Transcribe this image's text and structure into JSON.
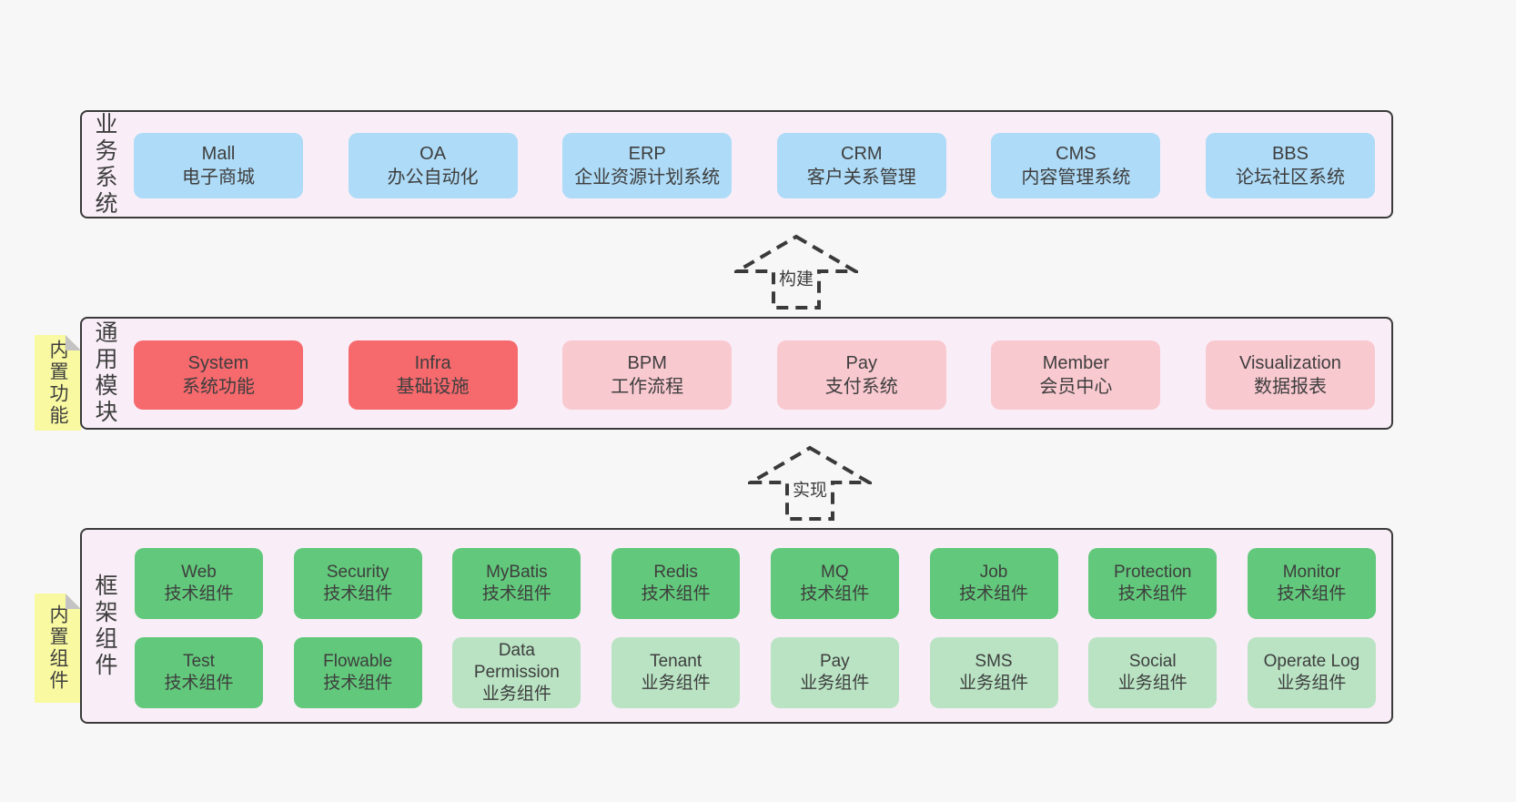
{
  "colors": {
    "page_bg": "#f7f7f7",
    "band_bg": "#f9eef7",
    "band_border": "#3a3a3a",
    "blue_box": "#aedbf7",
    "red_box": "#f6696d",
    "pink_box": "#f9c9d0",
    "green_box": "#62c87b",
    "green_light_box": "#b9e3c3",
    "sticky_note": "#f9f9a1",
    "text": "#3e3e3e"
  },
  "band1": {
    "label": "业务系统",
    "boxes": [
      {
        "title": "Mall",
        "subtitle": "电子商城"
      },
      {
        "title": "OA",
        "subtitle": "办公自动化"
      },
      {
        "title": "ERP",
        "subtitle": "企业资源计划系统"
      },
      {
        "title": "CRM",
        "subtitle": "客户关系管理"
      },
      {
        "title": "CMS",
        "subtitle": "内容管理系统"
      },
      {
        "title": "BBS",
        "subtitle": "论坛社区系统"
      }
    ]
  },
  "arrows": {
    "build": {
      "label": "构建"
    },
    "implement": {
      "label": "实现"
    }
  },
  "band2": {
    "label": "通用模块",
    "note": "内置功能",
    "boxes": [
      {
        "title": "System",
        "subtitle": "系统功能"
      },
      {
        "title": "Infra",
        "subtitle": "基础设施"
      },
      {
        "title": "BPM",
        "subtitle": "工作流程"
      },
      {
        "title": "Pay",
        "subtitle": "支付系统"
      },
      {
        "title": "Member",
        "subtitle": "会员中心"
      },
      {
        "title": "Visualization",
        "subtitle": "数据报表"
      }
    ]
  },
  "band3": {
    "label": "框架组件",
    "note": "内置组件",
    "row1": [
      {
        "title": "Web",
        "subtitle": "技术组件"
      },
      {
        "title": "Security",
        "subtitle": "技术组件"
      },
      {
        "title": "MyBatis",
        "subtitle": "技术组件"
      },
      {
        "title": "Redis",
        "subtitle": "技术组件"
      },
      {
        "title": "MQ",
        "subtitle": "技术组件"
      },
      {
        "title": "Job",
        "subtitle": "技术组件"
      },
      {
        "title": "Protection",
        "subtitle": "技术组件"
      },
      {
        "title": "Monitor",
        "subtitle": "技术组件"
      }
    ],
    "row2": [
      {
        "title": "Test",
        "subtitle": "技术组件"
      },
      {
        "title": "Flowable",
        "subtitle": "技术组件"
      },
      {
        "title": "Data Permission",
        "subtitle": "业务组件"
      },
      {
        "title": "Tenant",
        "subtitle": "业务组件"
      },
      {
        "title": "Pay",
        "subtitle": "业务组件"
      },
      {
        "title": "SMS",
        "subtitle": "业务组件"
      },
      {
        "title": "Social",
        "subtitle": "业务组件"
      },
      {
        "title": "Operate Log",
        "subtitle": "业务组件"
      }
    ]
  }
}
